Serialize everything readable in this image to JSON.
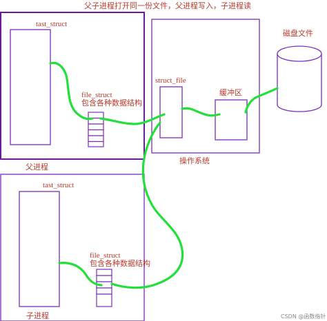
{
  "colors": {
    "box": "#7b2cbf",
    "box_thick": "#6a1b9a",
    "link": "#22e03a",
    "text": "#c0392b",
    "watermark": "#8a8a8a"
  },
  "title": "父子进程打开同一份文件，父进程写入，子进程读",
  "parent_process": {
    "label": "父进程",
    "task_struct_label": "tast_struct",
    "file_struct_label": "file_struct",
    "file_struct_desc": "包含各种数据结构",
    "file_table_slots": 6
  },
  "os": {
    "label": "操作系统",
    "struct_file_label": "struct_file",
    "buffer_label": "缓冲区"
  },
  "disk": {
    "label": "磁盘文件",
    "icon": "cylinder-disk-icon"
  },
  "child_process": {
    "label": "子进程",
    "task_struct_label": "tast_struct",
    "file_struct_label": "file_struct",
    "file_struct_desc": "包含各种数据结构",
    "file_table_slots": 5
  },
  "watermark": "CSDN @函数指针"
}
